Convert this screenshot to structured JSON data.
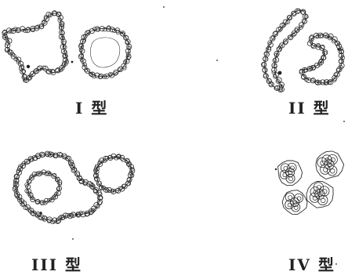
{
  "figure": {
    "panels": [
      {
        "id": "type-1",
        "caption": "I 型"
      },
      {
        "id": "type-2",
        "caption": "II 型"
      },
      {
        "id": "type-3",
        "caption": "III 型"
      },
      {
        "id": "type-4",
        "caption": "IV 型"
      }
    ]
  },
  "colors": {
    "ink": "#2a2a2a",
    "paper": "#ffffff"
  }
}
